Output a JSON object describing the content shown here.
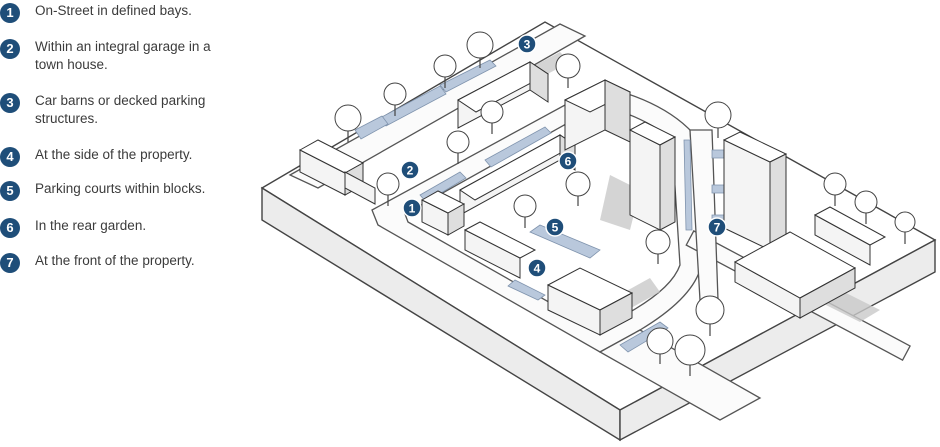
{
  "legend": [
    {
      "number": "1",
      "text": "On-Street in defined bays."
    },
    {
      "number": "2",
      "text": "Within an integral garage in a town house."
    },
    {
      "number": "3",
      "text": "Car barns or decked parking structures."
    },
    {
      "number": "4",
      "text": "At the side of the property."
    },
    {
      "number": "5",
      "text": "Parking courts within blocks."
    },
    {
      "number": "6",
      "text": "In the rear garden."
    },
    {
      "number": "7",
      "text": "At the front of the property."
    }
  ],
  "map_markers": [
    "1",
    "2",
    "3",
    "4",
    "5",
    "6",
    "7"
  ],
  "colors": {
    "badge": "#1f4e79",
    "parking_bay": "#b9c8dc",
    "text": "#3b3b3b"
  }
}
